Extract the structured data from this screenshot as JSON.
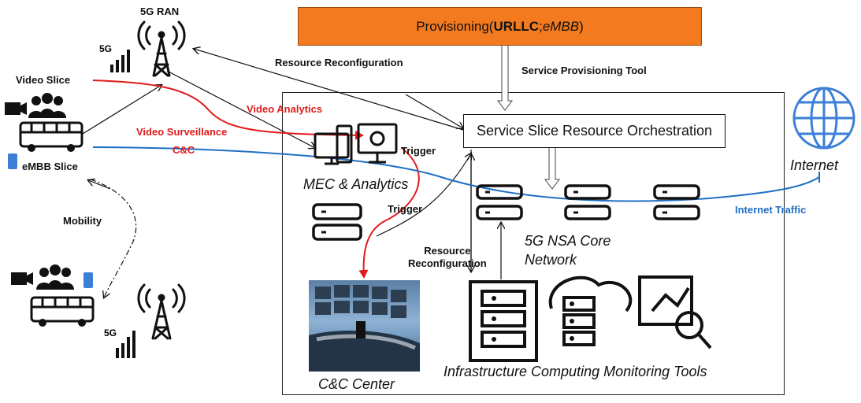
{
  "provisioning": {
    "prefix": "Provisioning(",
    "urllc": "URLLC",
    "sep": "; ",
    "embb": "eMBB",
    "suffix": ")"
  },
  "orchestration": "Service Slice Resource Orchestration",
  "labels": {
    "ran": "5G RAN",
    "video_slice": "Video Slice",
    "embb_slice": "eMBB Slice",
    "video_analytics": "Video Analytics",
    "video_surveillance": "Video Surveillance",
    "cc": "C&C",
    "mobility": "Mobility",
    "resource_reconfiguration_top": "Resource Reconfiguration",
    "service_provisioning_tool": "Service Provisioning  Tool",
    "trigger_1": "Trigger",
    "trigger_2": "Trigger",
    "resource_reconfiguration_2": "Resource\nReconfiguration",
    "mec": "MEC & Analytics",
    "core": "5G NSA Core\nNetwork",
    "internet": "Internet",
    "internet_traffic": "Internet Traffic",
    "tools": "Infrastructure Computing Monitoring Tools",
    "cc_center": "C&C Center",
    "signal_5g": "5G"
  },
  "colors": {
    "red": "#e01b1b",
    "blue": "#1f6fc4",
    "orange": "#f47a1f",
    "globe": "#3b7fd6"
  }
}
